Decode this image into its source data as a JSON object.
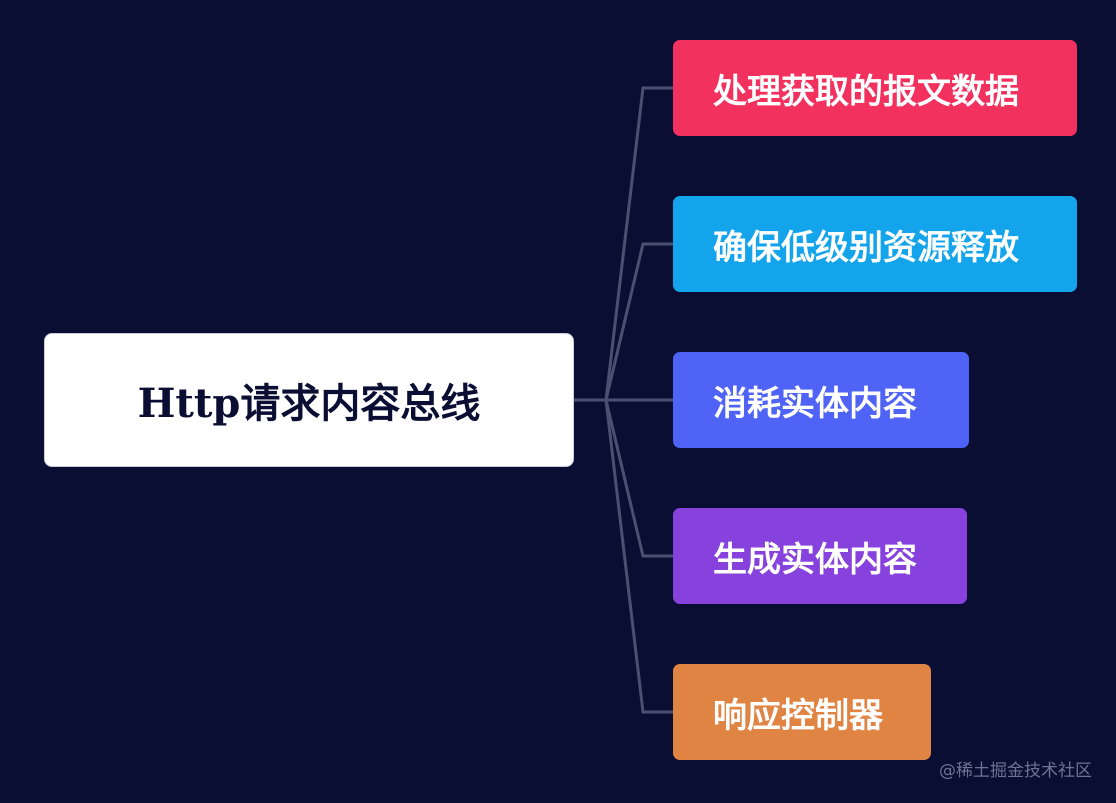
{
  "root": {
    "label": "Http请求内容总线"
  },
  "branches": [
    {
      "label": "处理获取的报文数据",
      "color": "#f2315e"
    },
    {
      "label": "确保低级别资源释放",
      "color": "#14a4ec"
    },
    {
      "label": "消耗实体内容",
      "color": "#4f64f7"
    },
    {
      "label": "生成实体内容",
      "color": "#8742de"
    },
    {
      "label": "响应控制器",
      "color": "#e08444"
    }
  ],
  "watermark": "@稀土掘金技术社区",
  "colors": {
    "background": "#0a0e33",
    "connector": "#4a5170"
  }
}
